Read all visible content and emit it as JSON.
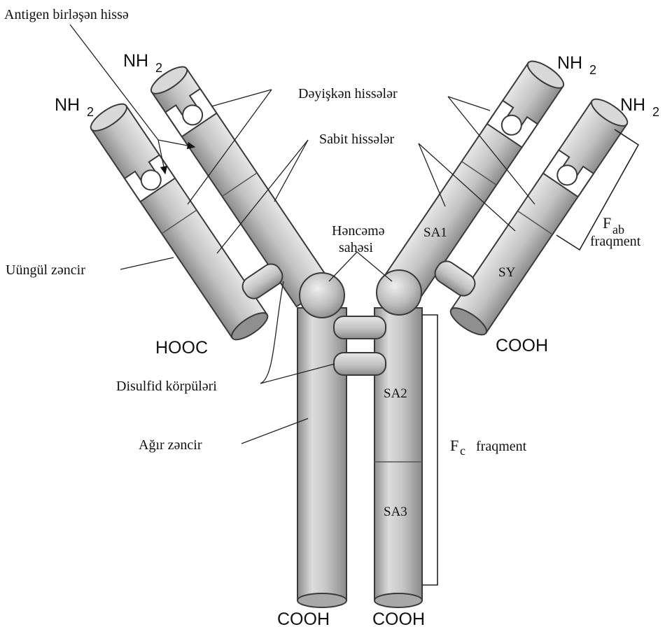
{
  "labels": {
    "antigen_binding": "Antigen birləşən hissə",
    "variable_regions": "Dəyişkən hissələr",
    "constant_regions": "Sabit hissələr",
    "hinge_line1": "Həncəmə",
    "hinge_line2": "sahəsi",
    "light_chain": "Uüngül zəncir",
    "disulfide_bridges": "Disulfid  körpüləri",
    "heavy_chain": "Ağır zəncir",
    "fab_f": "F",
    "fab_sub": "ab",
    "fab_word": "fraqment",
    "fc_f": "F",
    "fc_sub": "c",
    "fc_word": "fraqment"
  },
  "segments": {
    "sa1": "SA1",
    "sy": "SY",
    "sa2": "SA2",
    "sa3": "SA3"
  },
  "termini": {
    "nh2_upper_left": "NH",
    "nh2_outer_left": "NH",
    "nh2_upper_right": "NH",
    "nh2_outer_right": "NH",
    "nh2_subscript": "2",
    "hooc_left": "HOOC",
    "cooh_right": "COOH",
    "cooh_bottom_left": "COOH",
    "cooh_bottom_right": "COOH"
  },
  "colors": {
    "chain_light": "#e9e9e9",
    "chain_mid": "#bdbdbd",
    "chain_dark": "#8a8a8a",
    "outline": "#3a3a3a"
  }
}
